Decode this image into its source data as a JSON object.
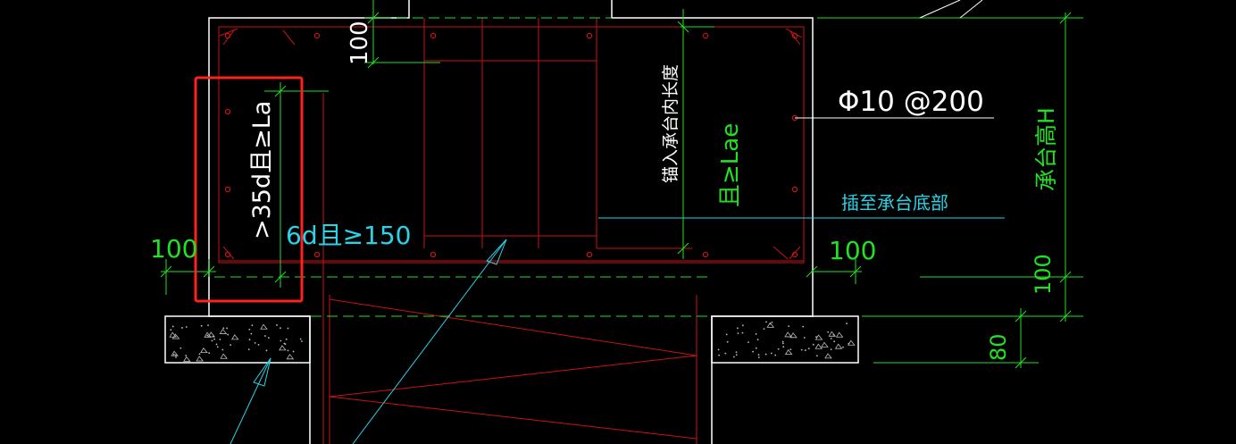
{
  "colors": {
    "background": "#000000",
    "outline": "#ffffff",
    "rebar": "#c81414",
    "dimension": "#22e022",
    "leader": "#29d3e8",
    "highlight": "#ff2020",
    "text_white": "#ffffff",
    "text_green": "#22e022",
    "text_cyan": "#29d3e8"
  },
  "labels": {
    "dim_top_cover": "100",
    "dim_left_cover": "100",
    "dim_right_cover": "100",
    "dim_right_bottom": "100",
    "dim_bed_thickness": "80",
    "anchor_length": ">35d且≥La",
    "hook_length": "6d且≥150",
    "anchor_into_cap": "锚入承台内长度",
    "anchor_lae": "且≥Lae",
    "stirrup_spec": "Φ10 @200",
    "insert_to_bottom": "插至承台底部",
    "cap_height": "承台高H"
  },
  "icons": [
    "section-arrow-icon"
  ]
}
